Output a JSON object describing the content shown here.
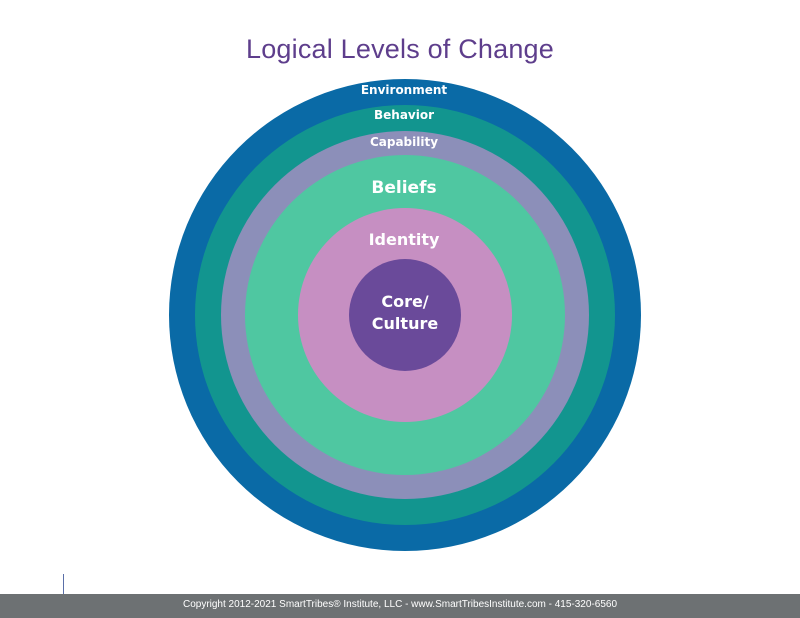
{
  "title": "Logical Levels of Change",
  "levels": [
    {
      "name": "environment",
      "label": "Environment",
      "color": "#0a6aa6"
    },
    {
      "name": "behavior",
      "label": "Behavior",
      "color": "#12958f"
    },
    {
      "name": "capability",
      "label": "Capability",
      "color": "#8c8fb9"
    },
    {
      "name": "beliefs",
      "label": "Beliefs",
      "color": "#4fc7a1"
    },
    {
      "name": "identity",
      "label": "Identity",
      "color": "#c68fc2"
    },
    {
      "name": "core-culture",
      "label_line1": "Core/",
      "label_line2": "Culture",
      "color": "#6a4a9a"
    }
  ],
  "footer": {
    "copyright": "Copyright 2012-2021 SmartTribes® Institute, LLC - www.SmartTribesInstitute.com - 415-320-6560"
  }
}
